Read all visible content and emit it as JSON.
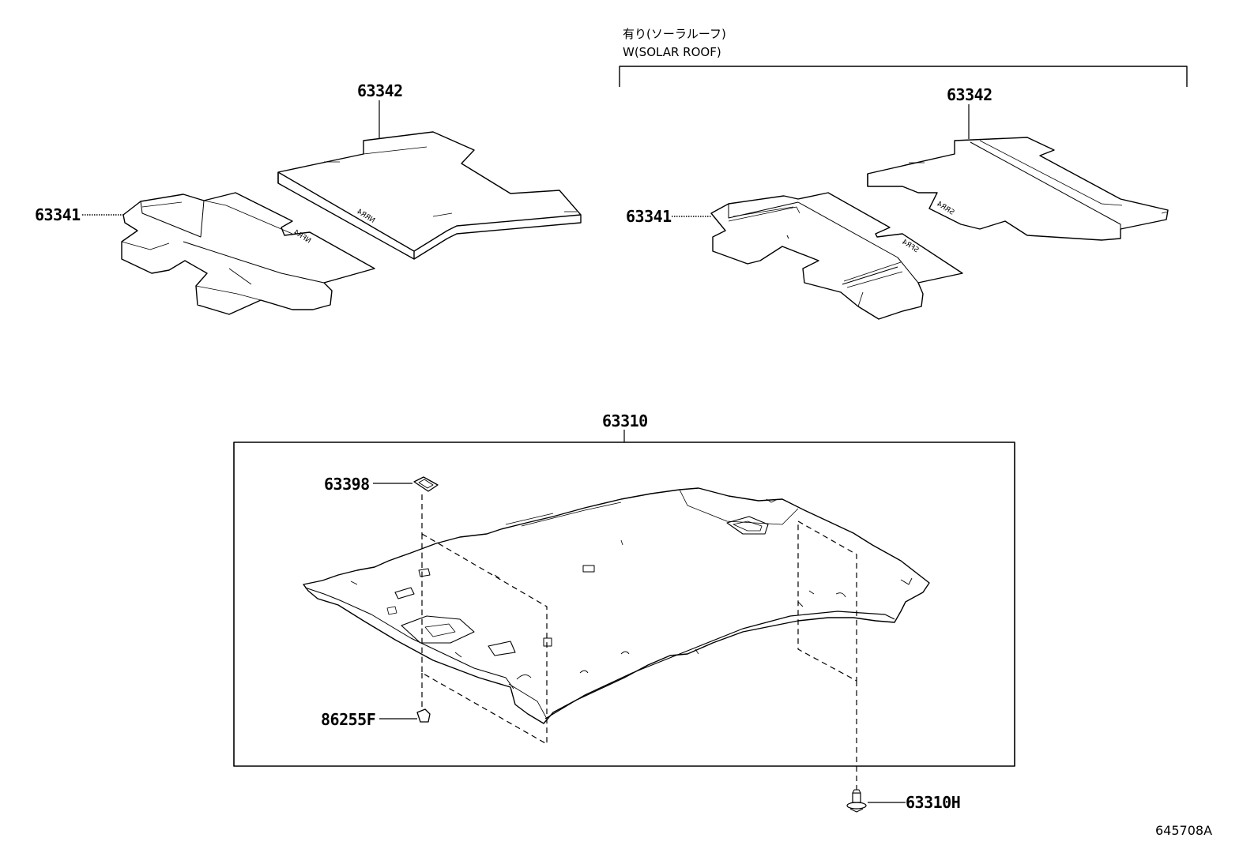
{
  "variant_note": {
    "jp": "有り(ソーラルーフ)",
    "en": "W(SOLAR ROOF)"
  },
  "parts": {
    "left_pad_rear": "63342",
    "left_pad_front": "63341",
    "right_pad_rear": "63342",
    "right_pad_front": "63341",
    "headlining_assy": "63310",
    "cover": "63398",
    "clip": "86255F",
    "fastener": "63310H"
  },
  "pad_marks": {
    "left_rear": "NRR4",
    "left_front": "NFR4",
    "right_rear": "SRR4",
    "right_front": "SFR4"
  },
  "diagram_ref": "645708A"
}
